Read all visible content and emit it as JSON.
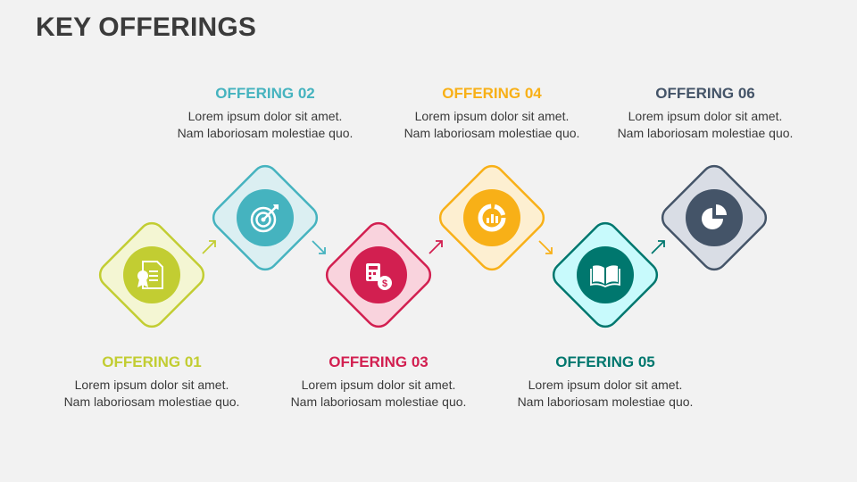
{
  "title": "KEY OFFERINGS",
  "offerings": [
    {
      "title": "OFFERING 01",
      "line1": "Lorem ipsum dolor sit amet.",
      "line2": "Nam laboriosam molestiae quo.",
      "color": "#c2cd32",
      "fill": "#f4f6d3",
      "icon": "certificate-icon"
    },
    {
      "title": "OFFERING 02",
      "line1": "Lorem ipsum dolor sit amet.",
      "line2": "Nam laboriosam molestiae quo.",
      "color": "#45b3bf",
      "fill": "#dbeff2",
      "icon": "target-icon"
    },
    {
      "title": "OFFERING 03",
      "line1": "Lorem ipsum dolor sit amet.",
      "line2": "Nam laboriosam molestiae quo.",
      "color": "#d21f50",
      "fill": "#f9d3dd",
      "icon": "calculator-money-icon"
    },
    {
      "title": "OFFERING 04",
      "line1": "Lorem ipsum dolor sit amet.",
      "line2": "Nam laboriosam molestiae quo.",
      "color": "#f8b017",
      "fill": "#fdefd1",
      "icon": "donut-chart-icon"
    },
    {
      "title": "OFFERING 05",
      "line1": "Lorem ipsum dolor sit amet.",
      "line2": "Nam laboriosam molestiae quo.",
      "color": "#00776e",
      "fill": "#c8fafc",
      "icon": "open-book-icon"
    },
    {
      "title": "OFFERING 06",
      "line1": "Lorem ipsum dolor sit amet.",
      "line2": "Nam laboriosam molestiae quo.",
      "color": "#445468",
      "fill": "#d9dde5",
      "icon": "pie-chart-icon"
    }
  ]
}
